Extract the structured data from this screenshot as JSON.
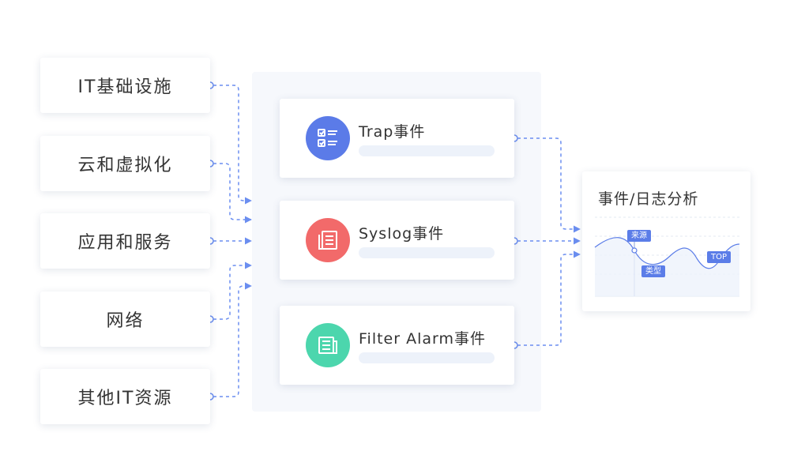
{
  "sources": [
    {
      "label": "IT基础设施"
    },
    {
      "label": "云和虚拟化"
    },
    {
      "label": "应用和服务"
    },
    {
      "label": "网络"
    },
    {
      "label": "其他IT资源"
    }
  ],
  "events": [
    {
      "title": "Trap事件",
      "icon": "checklist-icon",
      "color": "#5b7be8"
    },
    {
      "title": "Syslog事件",
      "icon": "document-list-icon",
      "color": "#f26a6a"
    },
    {
      "title": "Filter Alarm事件",
      "icon": "newspaper-icon",
      "color": "#4cd6ad"
    }
  ],
  "analysis": {
    "title": "事件/日志分析",
    "tags": {
      "source": "来源",
      "type": "类型",
      "top": "TOP"
    }
  },
  "colors": {
    "connector": "#6b8ef0",
    "accent": "#5b7de8"
  }
}
